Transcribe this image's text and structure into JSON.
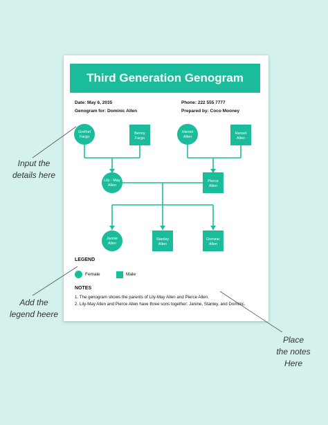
{
  "document": {
    "title": "Third Generation Genogram",
    "date_line": "Date: May 6, 2035",
    "phone_line": "Phone: 222 555 7777",
    "genogram_for_line": "Genogram for: Dominic Allen",
    "prepared_by_line": "Prepared by: Coco Mooney"
  },
  "accent_color": "#1abc9c",
  "genogram": {
    "people": [
      {
        "id": "grethel",
        "line1": "Grethel",
        "line2": "Fargo",
        "sex": "female"
      },
      {
        "id": "benny",
        "line1": "Benny",
        "line2": "Fargo",
        "sex": "male"
      },
      {
        "id": "harriet",
        "line1": "Harriet",
        "line2": "Allen",
        "sex": "female"
      },
      {
        "id": "hansel",
        "line1": "Hansel",
        "line2": "Allen",
        "sex": "male"
      },
      {
        "id": "lily",
        "line1": "Lily - May",
        "line2": "Allen",
        "sex": "female"
      },
      {
        "id": "pierce",
        "line1": "Pierce",
        "line2": "Allen",
        "sex": "male"
      },
      {
        "id": "jannie",
        "line1": "Jannie",
        "line2": "Allen",
        "sex": "female"
      },
      {
        "id": "stanley",
        "line1": "Stanley",
        "line2": "Allen",
        "sex": "male"
      },
      {
        "id": "dominic",
        "line1": "Dominic",
        "line2": "Allen",
        "sex": "male"
      }
    ]
  },
  "legend": {
    "title": "LEGEND",
    "female_label": "Female",
    "male_label": "Male"
  },
  "notes": {
    "title": "NOTES",
    "items": [
      "1.  The genogram shows the parents of Lily-May Allen and Pierce Allen.",
      "2.  Lily-May Allen and Pierce Allen have three sons together: Janine, Stanley, and Dominic."
    ]
  },
  "callouts": {
    "input": [
      "Input the",
      "details here"
    ],
    "legend": [
      "Add the",
      "legend heere"
    ],
    "notes": [
      "Place",
      "the notes",
      "Here"
    ]
  }
}
